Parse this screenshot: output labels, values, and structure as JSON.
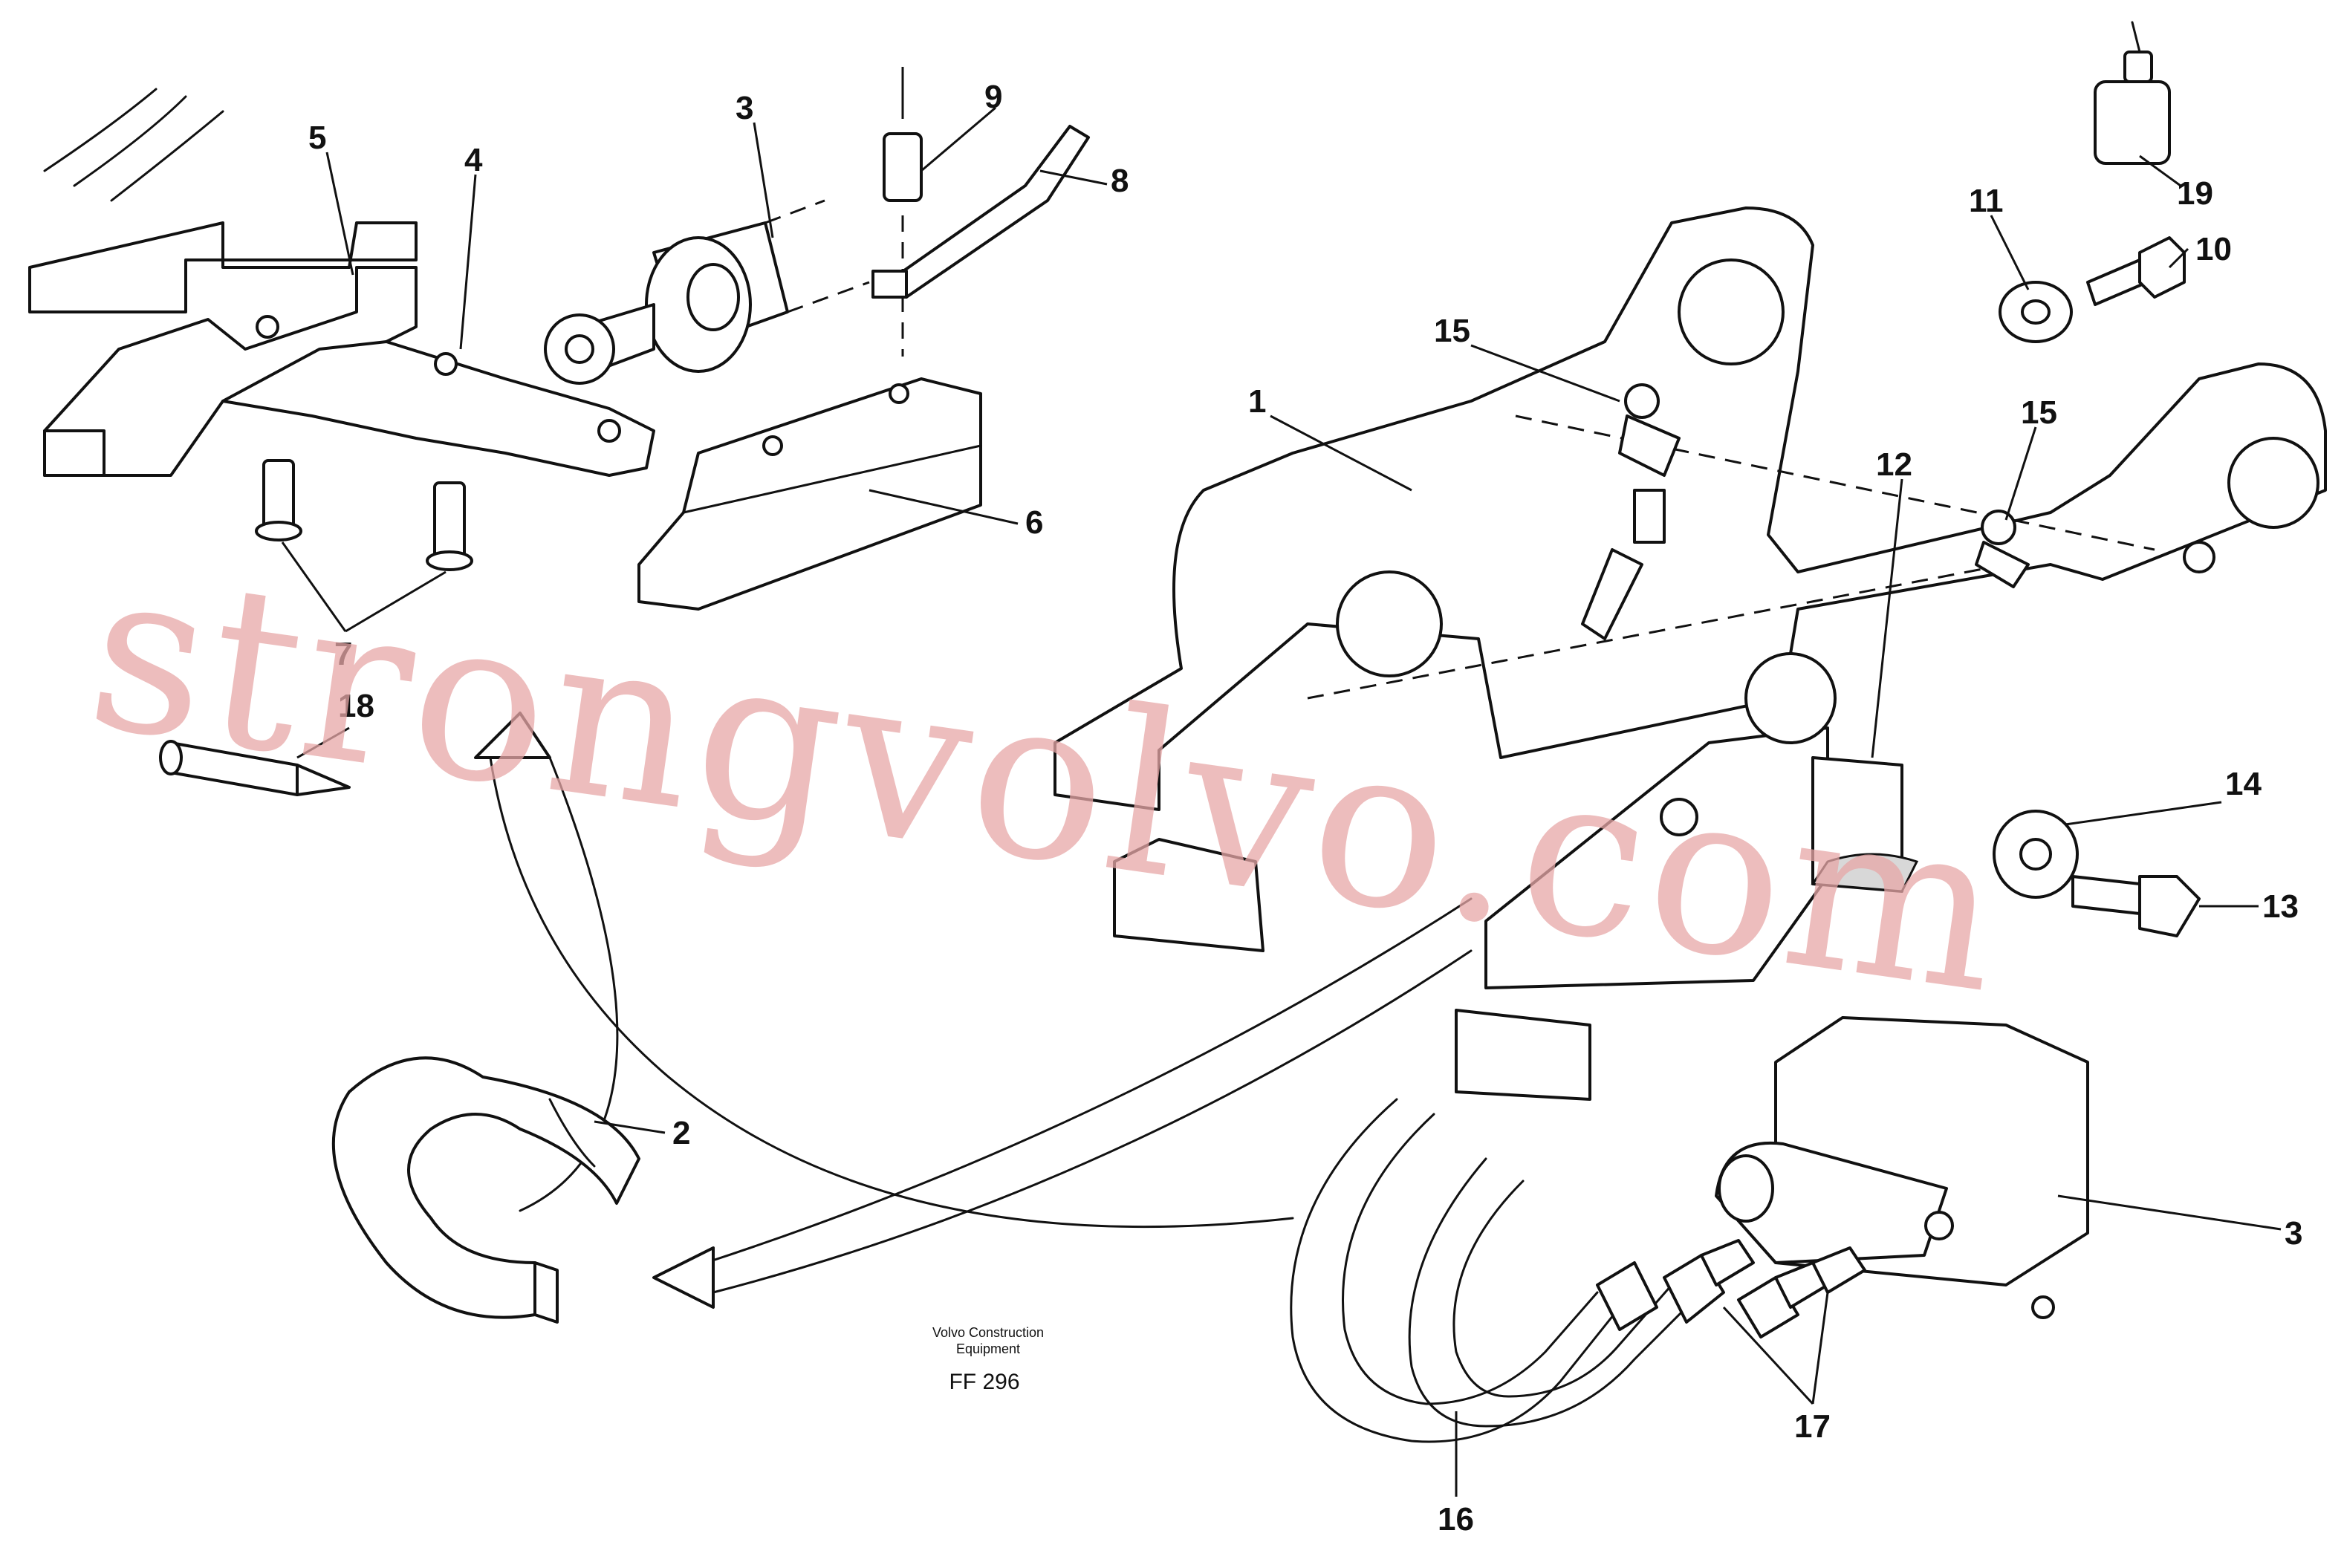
{
  "callouts": {
    "c1": "1",
    "c2": "2",
    "c3a": "3",
    "c3b": "3",
    "c4": "4",
    "c5": "5",
    "c6": "6",
    "c7": "7",
    "c8": "8",
    "c9": "9",
    "c10": "10",
    "c11": "11",
    "c12": "12",
    "c13": "13",
    "c14": "14",
    "c15a": "15",
    "c15b": "15",
    "c16": "16",
    "c17": "17",
    "c18": "18",
    "c19": "19"
  },
  "caption": {
    "line1": "Volvo Construction",
    "line2": "Equipment",
    "code": "FF 296"
  },
  "watermark": "strongvolvo.com"
}
